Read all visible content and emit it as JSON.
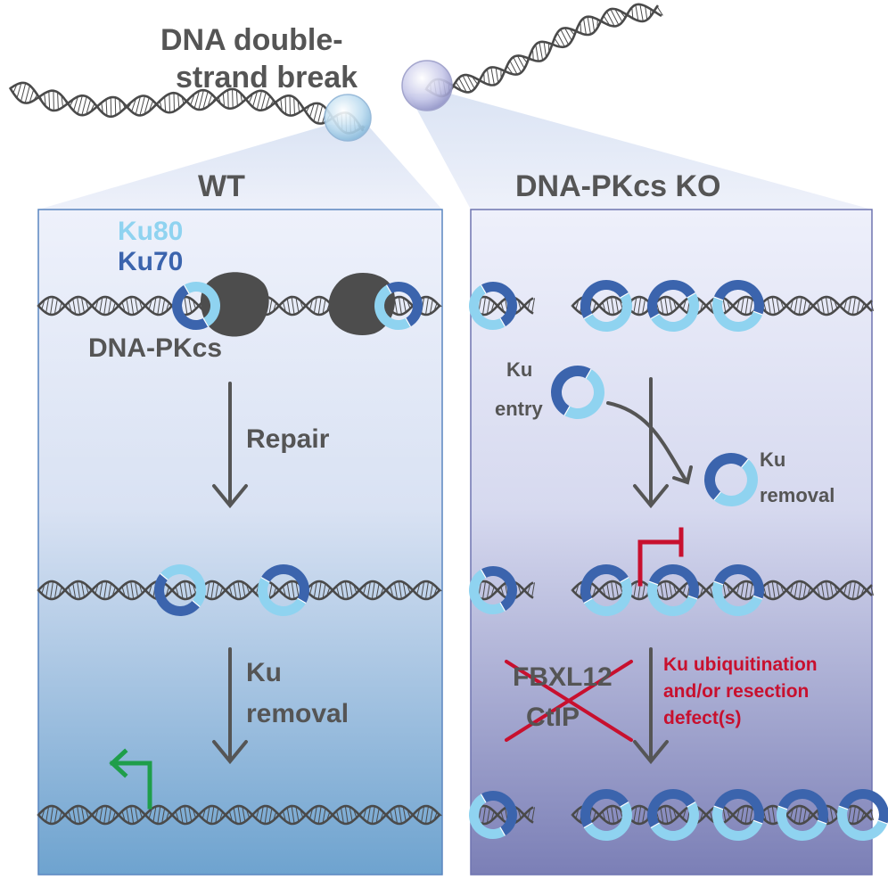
{
  "header": {
    "line1": "DNA double-",
    "line2": "strand break"
  },
  "wt": {
    "title": "WT",
    "legend": {
      "ku80": "Ku80",
      "ku70": "Ku70"
    },
    "dnapkcs": "DNA-PKcs",
    "step1": "Repair",
    "step2_line1": "Ku",
    "step2_line2": "removal"
  },
  "ko": {
    "title": "DNA-PKcs KO",
    "entry_line1": "Ku",
    "entry_line2": "entry",
    "removal_line1": "Ku",
    "removal_line2": "removal",
    "crossed_1": "FBXL12",
    "crossed_2": "CtIP",
    "defect_1": "Ku ubiquitination",
    "defect_2": "and/or resection",
    "defect_3": "defect(s)"
  },
  "colors": {
    "ku80": "#8fd3f0",
    "ku70": "#3b64ad",
    "dna": "#4a4a4a",
    "dnapkcs": "#4d4d4d",
    "green": "#1f9e4a",
    "red": "#c8102e",
    "text": "#555555"
  }
}
